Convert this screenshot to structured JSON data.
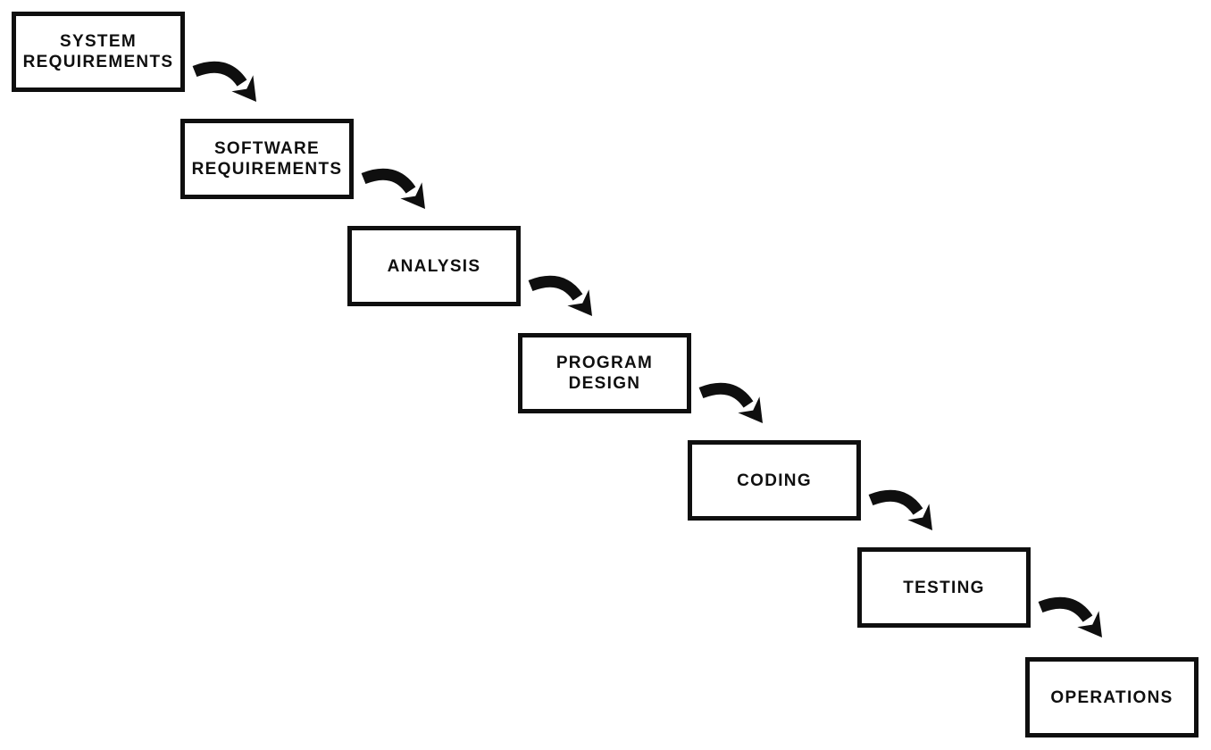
{
  "diagram": {
    "ink_color": "#0f0f0f",
    "background_color": "#ffffff",
    "steps": [
      {
        "id": "system-requirements",
        "label": "SYSTEM\nREQUIREMENTS"
      },
      {
        "id": "software-requirements",
        "label": "SOFTWARE\nREQUIREMENTS"
      },
      {
        "id": "analysis",
        "label": "ANALYSIS"
      },
      {
        "id": "program-design",
        "label": "PROGRAM\nDESIGN"
      },
      {
        "id": "coding",
        "label": "CODING"
      },
      {
        "id": "testing",
        "label": "TESTING"
      },
      {
        "id": "operations",
        "label": "OPERATIONS"
      }
    ],
    "connections": [
      {
        "from": "system-requirements",
        "to": "software-requirements"
      },
      {
        "from": "software-requirements",
        "to": "analysis"
      },
      {
        "from": "analysis",
        "to": "program-design"
      },
      {
        "from": "program-design",
        "to": "coding"
      },
      {
        "from": "coding",
        "to": "testing"
      },
      {
        "from": "testing",
        "to": "operations"
      }
    ]
  }
}
